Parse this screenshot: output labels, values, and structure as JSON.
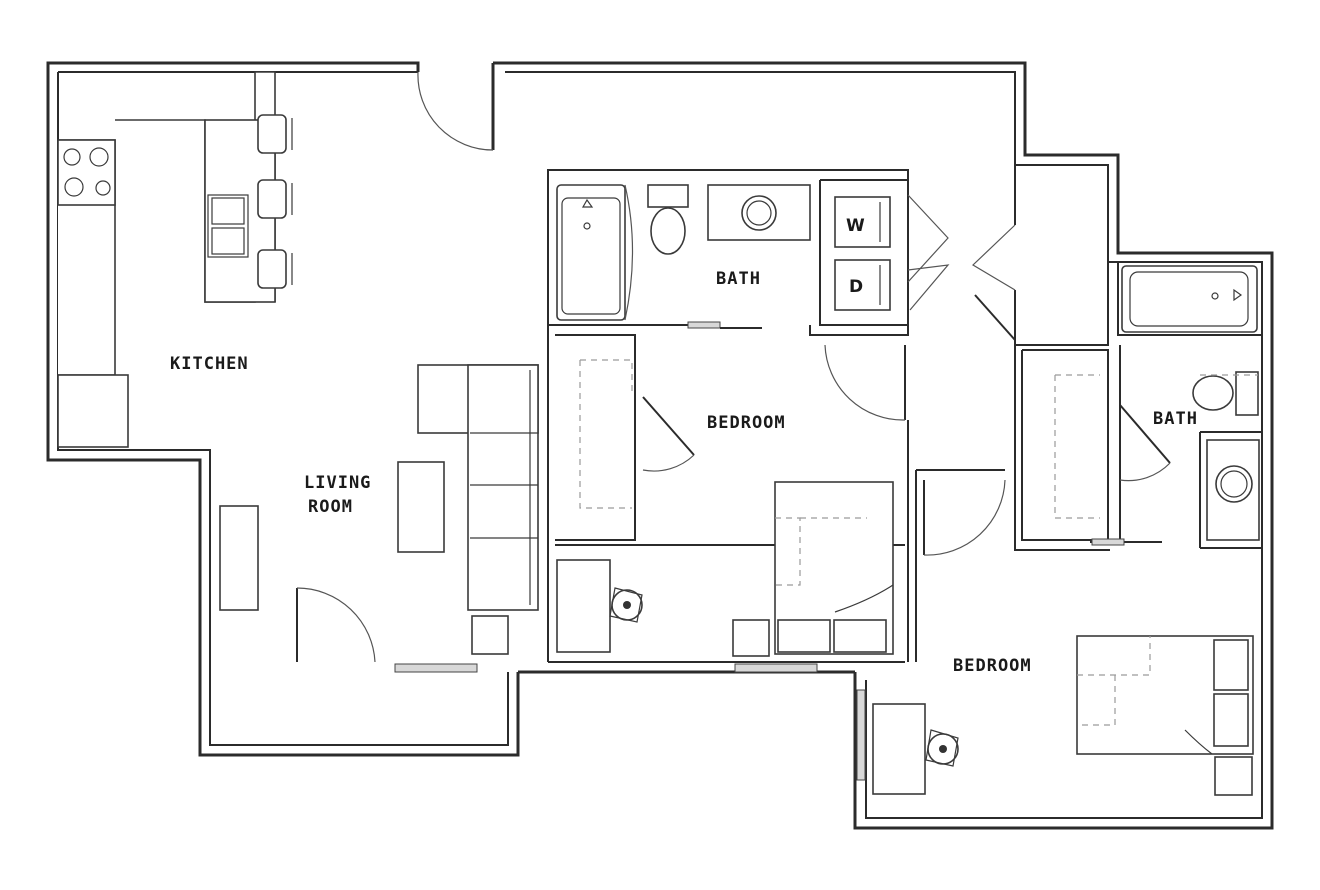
{
  "rooms": {
    "kitchen": "KITCHEN",
    "living_line1": "LIVING",
    "living_line2": "ROOM",
    "bath_1": "BATH",
    "bedroom_1": "BEDROOM",
    "bath_2": "BATH",
    "bedroom_2": "BEDROOM"
  },
  "appliances": {
    "washer": "W",
    "dryer": "D"
  }
}
